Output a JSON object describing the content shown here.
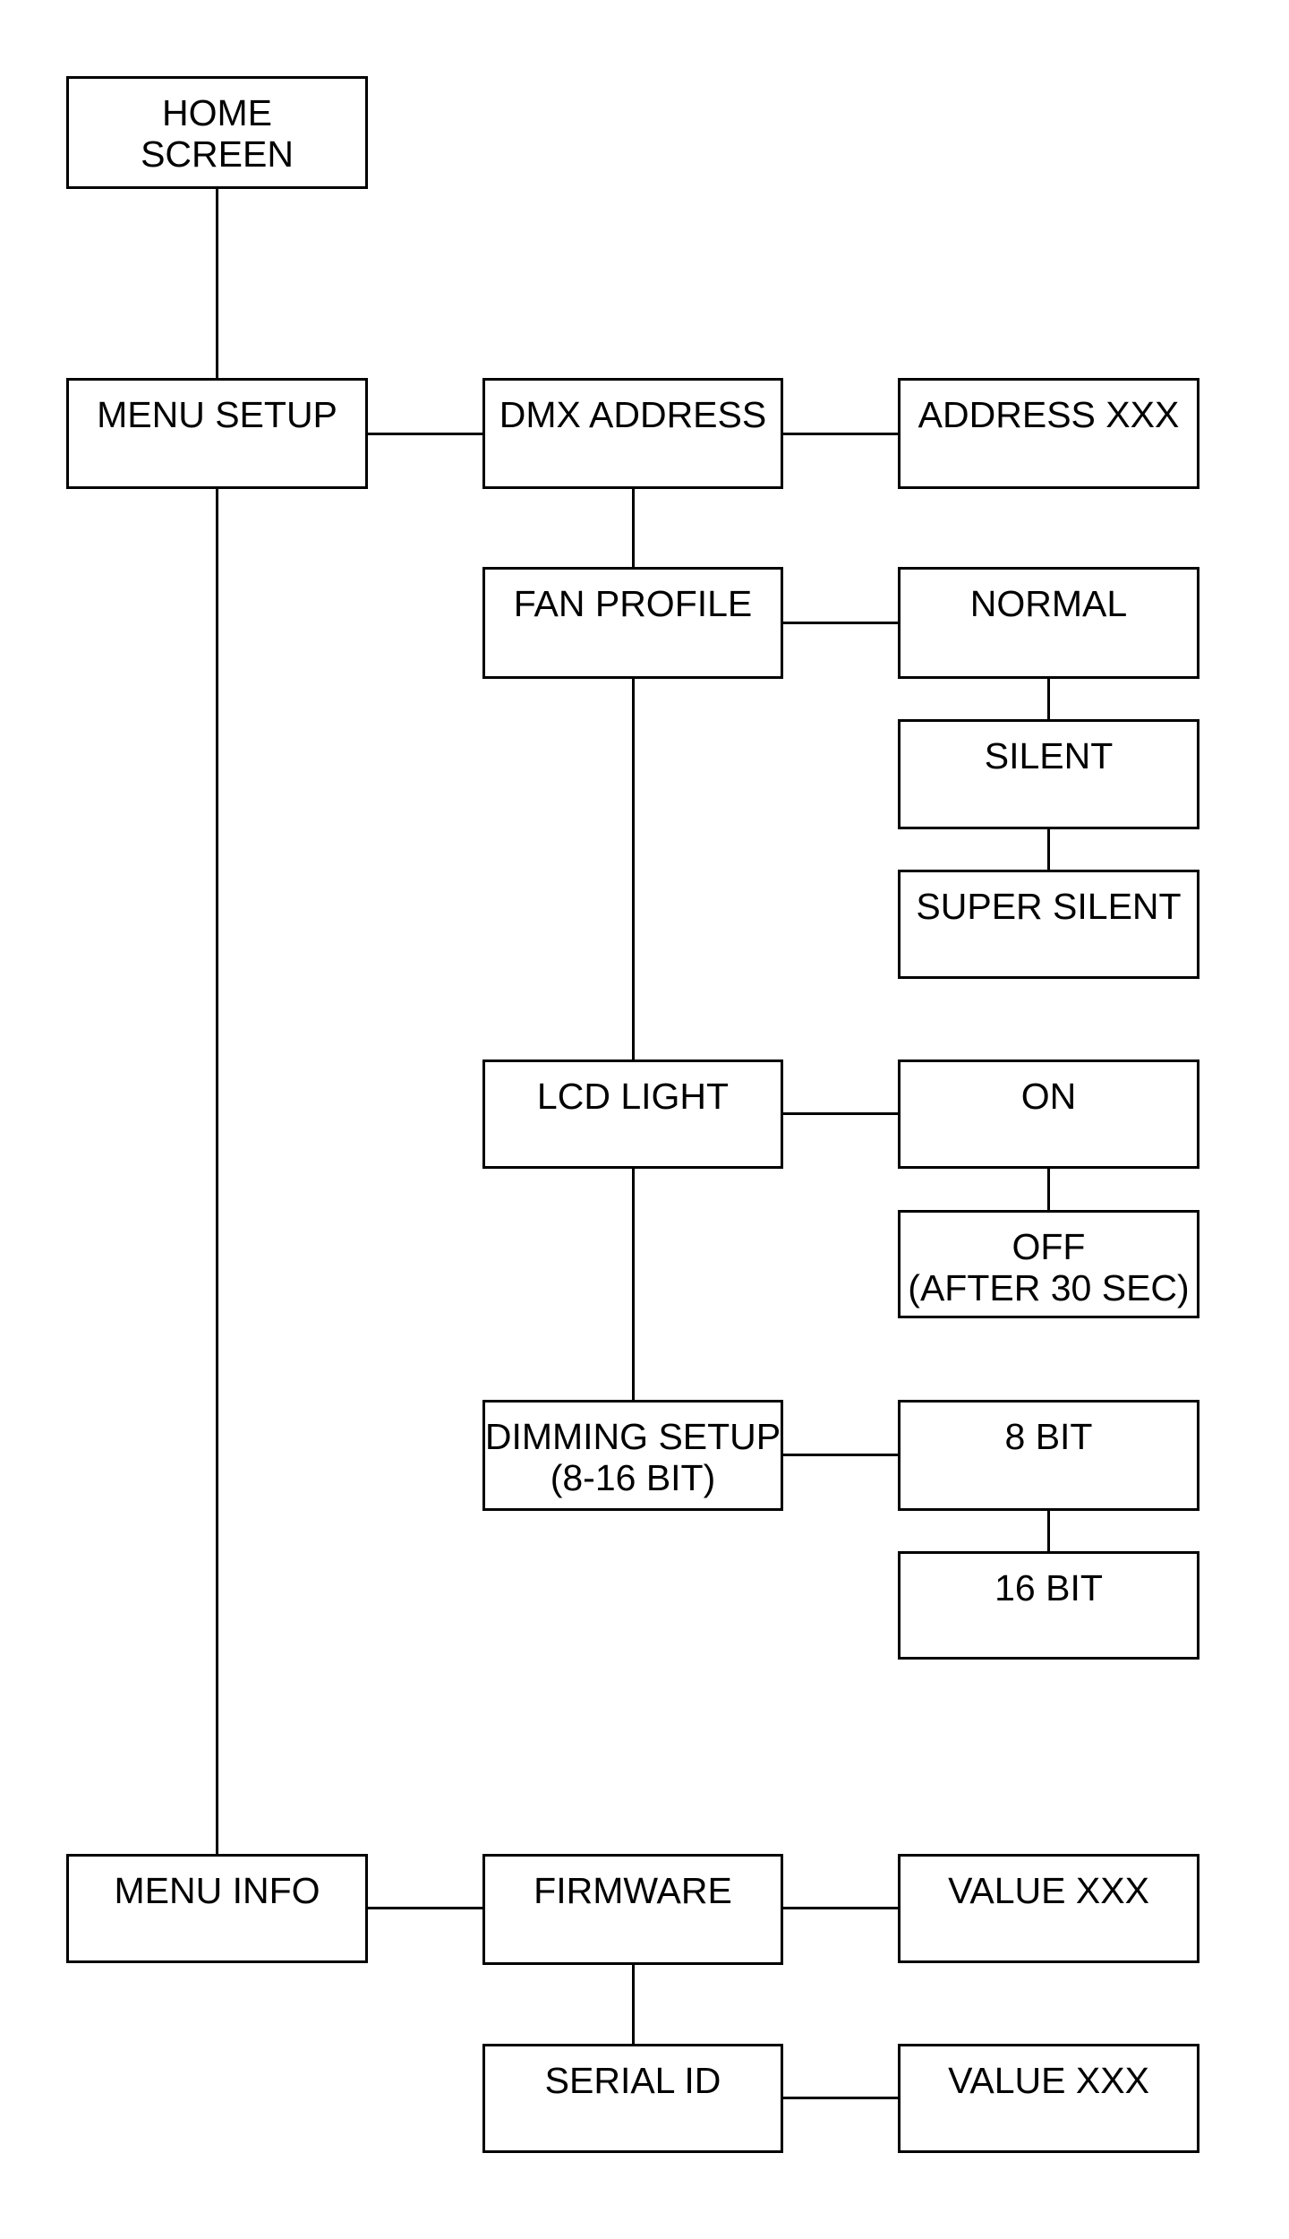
{
  "page": {
    "background_color": "#ffffff",
    "line_color": "#000000",
    "text_color": "#000000"
  },
  "diagram": {
    "type": "menu-tree-flowchart",
    "nodes": {
      "home_screen": {
        "lines": [
          "HOME",
          "SCREEN"
        ]
      },
      "menu_setup": {
        "lines": [
          "MENU SETUP"
        ]
      },
      "dmx_address": {
        "lines": [
          "DMX ADDRESS"
        ]
      },
      "address_xxx": {
        "lines": [
          "ADDRESS XXX"
        ]
      },
      "fan_profile": {
        "lines": [
          "FAN PROFILE"
        ]
      },
      "normal": {
        "lines": [
          "NORMAL"
        ]
      },
      "silent": {
        "lines": [
          "SILENT"
        ]
      },
      "super_silent": {
        "lines": [
          "SUPER SILENT"
        ]
      },
      "lcd_light": {
        "lines": [
          "LCD LIGHT"
        ]
      },
      "on": {
        "lines": [
          "ON"
        ]
      },
      "off": {
        "lines": [
          "OFF",
          "(AFTER 30 SEC)"
        ]
      },
      "dimming_setup": {
        "lines": [
          "DIMMING SETUP",
          "(8-16 BIT)"
        ]
      },
      "eight_bit": {
        "lines": [
          "8 BIT"
        ]
      },
      "sixteen_bit": {
        "lines": [
          "16 BIT"
        ]
      },
      "menu_info": {
        "lines": [
          "MENU INFO"
        ]
      },
      "firmware": {
        "lines": [
          "FIRMWARE"
        ]
      },
      "firmware_value": {
        "lines": [
          "VALUE XXX"
        ]
      },
      "serial_id": {
        "lines": [
          "SERIAL ID"
        ]
      },
      "serial_value": {
        "lines": [
          "VALUE XXX"
        ]
      }
    },
    "edges": [
      {
        "from": "home_screen",
        "to": "menu_setup"
      },
      {
        "from": "menu_setup",
        "to": "dmx_address"
      },
      {
        "from": "dmx_address",
        "to": "address_xxx"
      },
      {
        "from": "dmx_address",
        "to": "fan_profile"
      },
      {
        "from": "fan_profile",
        "to": "normal"
      },
      {
        "from": "normal",
        "to": "silent"
      },
      {
        "from": "silent",
        "to": "super_silent"
      },
      {
        "from": "fan_profile",
        "to": "lcd_light"
      },
      {
        "from": "lcd_light",
        "to": "on"
      },
      {
        "from": "on",
        "to": "off"
      },
      {
        "from": "lcd_light",
        "to": "dimming_setup"
      },
      {
        "from": "dimming_setup",
        "to": "eight_bit"
      },
      {
        "from": "eight_bit",
        "to": "sixteen_bit"
      },
      {
        "from": "menu_setup",
        "to": "menu_info"
      },
      {
        "from": "menu_info",
        "to": "firmware"
      },
      {
        "from": "firmware",
        "to": "firmware_value"
      },
      {
        "from": "firmware",
        "to": "serial_id"
      },
      {
        "from": "serial_id",
        "to": "serial_value"
      }
    ]
  }
}
